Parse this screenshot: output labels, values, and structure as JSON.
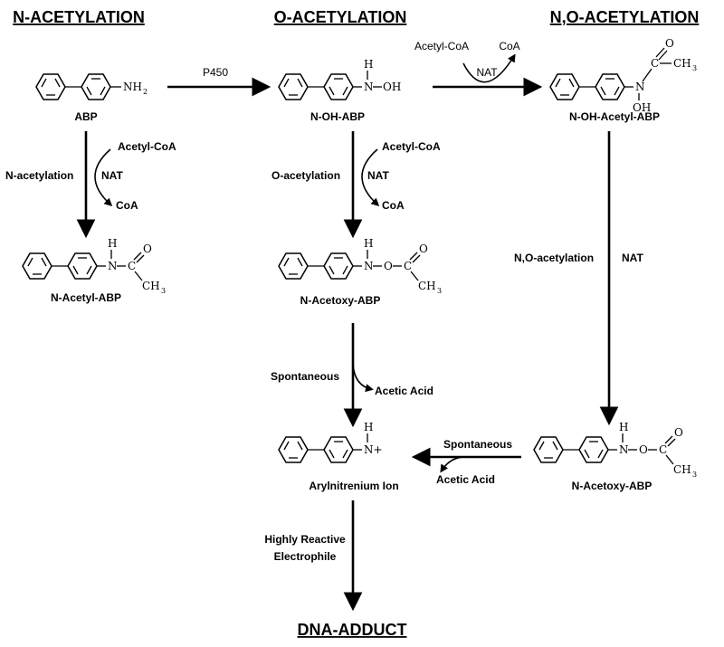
{
  "headers": {
    "n_acetylation": "N-ACETYLATION",
    "o_acetylation": "O-ACETYLATION",
    "no_acetylation": "N,O-ACETYLATION",
    "dna_adduct": "DNA-ADDUCT"
  },
  "compounds": {
    "abp": "ABP",
    "n_oh_abp": "N-OH-ABP",
    "n_oh_acetyl_abp": "N-OH-Acetyl-ABP",
    "n_acetyl_abp": "N-Acetyl-ABP",
    "n_acetoxy_abp_center": "N-Acetoxy-ABP",
    "n_acetoxy_abp_right": "N-Acetoxy-ABP",
    "arylnitrenium_ion": "Arylnitrenium Ion"
  },
  "reactions": {
    "p450": "P450",
    "top_acetyl_coa": "Acetyl-CoA",
    "top_coa": "CoA",
    "top_nat": "NAT",
    "left_acetyl_coa": "Acetyl-CoA",
    "left_nat": "NAT",
    "left_coa": "CoA",
    "left_process": "N-acetylation",
    "mid_acetyl_coa": "Acetyl-CoA",
    "mid_nat": "NAT",
    "mid_coa": "CoA",
    "mid_process": "O-acetylation",
    "right_process": "N,O-acetylation",
    "right_nat": "NAT",
    "spont_vertical": "Spontaneous",
    "acetic_vertical": "Acetic Acid",
    "spont_horizontal": "Spontaneous",
    "acetic_horizontal": "Acetic Acid",
    "electrophile_line1": "Highly Reactive",
    "electrophile_line2": "Electrophile"
  },
  "atoms": {
    "n": "N",
    "h": "H",
    "o": "O",
    "c": "C",
    "nh": "NH",
    "sub2": "2",
    "oh": "OH",
    "ch": "CH",
    "sub3": "3",
    "nplus": "N+"
  }
}
